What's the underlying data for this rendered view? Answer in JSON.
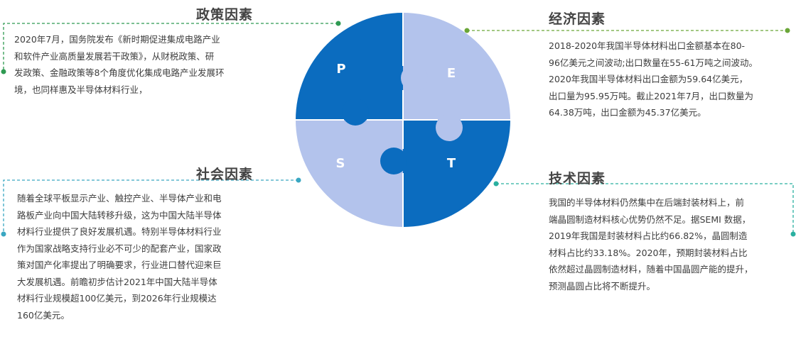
{
  "pieces": {
    "p": {
      "letter": "P",
      "color": "#0b6cbf"
    },
    "e": {
      "letter": "E",
      "color": "#b3c3ec"
    },
    "s": {
      "letter": "S",
      "color": "#b3c3ec"
    },
    "t": {
      "letter": "T",
      "color": "#0b6cbf"
    }
  },
  "sections": {
    "policy": {
      "title": "政策因素",
      "lines": [
        "2020年7月，国务院发布《新时期促进集成电路产业",
        "和软件产业高质量发展若干政策》，从财税政策、研",
        "发政策、金融政策等8个角度优化集成电路产业发展环",
        "境，也同样惠及半导体材料行业，"
      ],
      "line_color": "#2f9a52"
    },
    "economic": {
      "title": "经济因素",
      "lines": [
        "2018-2020年我国半导体材料出口金额基本在80-",
        "96亿美元之间波动;出口数量在55-61万吨之间波动。",
        "2020年我国半导体材料出口金额为59.64亿美元，",
        "出口量为95.95万吨。截止2021年7月，出口数量为",
        "64.38万吨，出口金额为45.37亿美元。"
      ],
      "line_color": "#6aa638"
    },
    "social": {
      "title": "社会因素",
      "lines": [
        "随着全球平板显示产业、触控产业、半导体产业和电",
        "路板产业向中国大陆转移升级，这为中国大陆半导体",
        "材料行业提供了良好发展机遇。特别半导体材料行业",
        "作为国家战略支持行业必不可少的配套产业，国家政",
        "策对国产化率提出了明确要求，行业进口替代迎来巨",
        "大发展机遇。前瞻初步估计2021年中国大陆半导体",
        "材料行业规模超100亿美元，到2026年行业规模达",
        "160亿美元。"
      ],
      "line_color": "#3aa7c2"
    },
    "technology": {
      "title": "技术因素",
      "lines": [
        "我国的半导体材料仍然集中在后端封装材料上，前",
        "端晶圆制造材料核心优势仍然不足。据SEMI 数据，",
        "2019年我国是封装材料占比约66.82%，晶圆制造",
        "材料占比约33.18%。2020年，预期封装材料占比",
        "依然超过晶圆制造材料，随着中国晶圆产能的提升，",
        "预测晶圆占比将不断提升。"
      ],
      "line_color": "#2ab0a0"
    }
  }
}
